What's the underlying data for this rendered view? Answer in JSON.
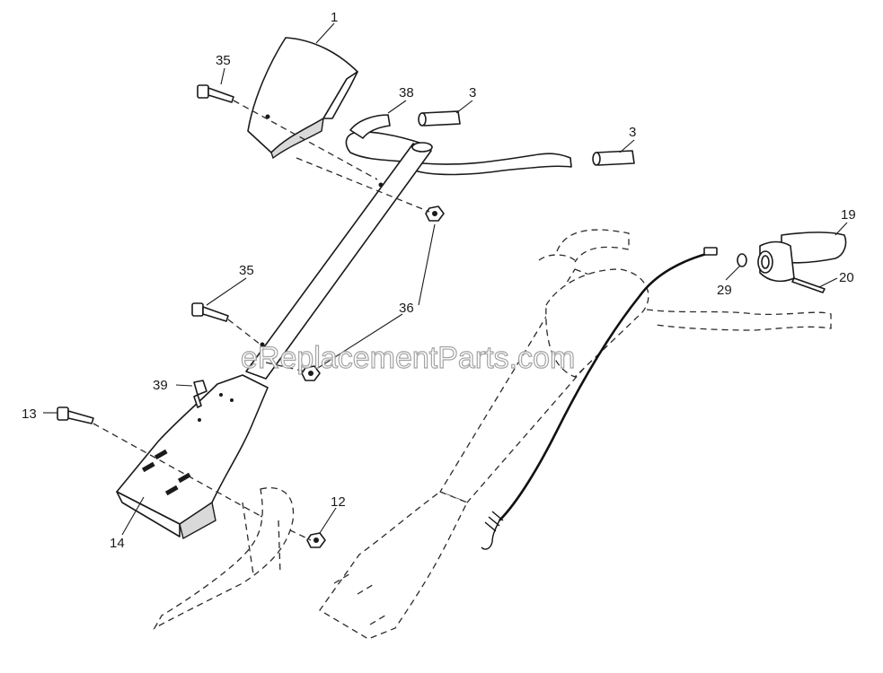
{
  "watermark": "eReplacementParts.com",
  "callouts": {
    "c1": "1",
    "c35a": "35",
    "c38": "38",
    "c3a": "3",
    "c3b": "3",
    "c19": "19",
    "c35b": "35",
    "c36": "36",
    "c29": "29",
    "c20": "20",
    "c39": "39",
    "c13": "13",
    "c12": "12",
    "c14": "14"
  }
}
